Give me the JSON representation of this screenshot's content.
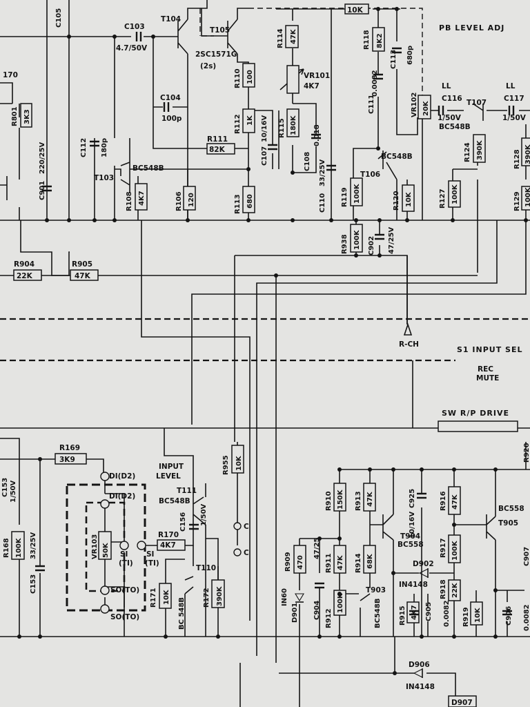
{
  "texts": {
    "c105": "C105",
    "t104": "T104",
    "c103": "C103",
    "c103_val": "4.7/50V",
    "t105": "T105",
    "t105_part": "2SC1571G",
    "t105_qty": "(2s)",
    "r114": "R114",
    "r114_val": "47K",
    "r118": "R118",
    "r118_val": "8K2",
    "c113": "C113",
    "c113_val": "680p",
    "r111_top_val": "10K",
    "pb_level": "PB LEVEL ADJ",
    "r170_top": "170",
    "r801": "R801",
    "r801_val": "3K3",
    "c104": "C104",
    "c104_val": "100p",
    "r110": "R110",
    "r110_val": "100",
    "vr101": "VR101",
    "vr101_val": "4K7",
    "c111": "C111",
    "c111_val": "0.0082",
    "vr102": "VR102",
    "vr102_val": "20K",
    "ll1": "LL",
    "ll2": "LL",
    "c116": "C116",
    "c116_val": "1/50V",
    "t107": "T107",
    "t107_part": "BC548B",
    "c117": "C117",
    "c117_val": "1/50V",
    "c901": "C901",
    "c901_val": "220/25V",
    "c112": "C112",
    "c112_val": "180p",
    "r111": "R111",
    "r111_val": "82K",
    "r112": "R112",
    "r112_val": "1K",
    "c107": "C107",
    "c107_val": "10/16V",
    "r115": "R115",
    "r115_val": "180K",
    "c108": "C108",
    "c108_val": "0.018",
    "c110": "C110",
    "c110_val": "33/25V",
    "t106_part": "BC548B",
    "t106": "T106",
    "r119": "R119",
    "r119_val": "100K",
    "r120": "R120",
    "r120_val": "10K",
    "r124": "R124",
    "r124_val": "390K",
    "r128": "R128",
    "r128_val": "390K",
    "t103": "T103",
    "t103_part": "BC548B",
    "r108": "R108",
    "r108_val": "4K7",
    "r106": "R106",
    "r106_val": "120",
    "r113": "R113",
    "r113_val": "680",
    "r127": "R127",
    "r127_val": "100K",
    "r129": "R129",
    "r129_val": "100K",
    "r938": "R938",
    "r938_val": "100K",
    "c902": "C902",
    "c902_val": "47/25V",
    "r904": "R904",
    "r904_val": "22K",
    "r905": "R905",
    "r905_val": "47K",
    "rch": "R-CH",
    "s1_input": "S1  INPUT SEL",
    "rec_mute": "REC",
    "rec_mute2": "MUTE",
    "sw_rp": "SW R/P DRIVE",
    "r920": "R920",
    "r169": "R169",
    "r169_val": "3K9",
    "r955": "R955",
    "r955_val": "10K",
    "input_level": "INPUT",
    "input_level2": "LEVEL",
    "c153": "C153",
    "c153_val": "1/50V",
    "c153b": "C153",
    "c153b_val": "33/25V",
    "d1d2": "DI(D2)",
    "d1d2b": "DI(D2)",
    "vr103": "VR103",
    "vr103_val": "50K",
    "s1a": "SI",
    "s1a_t": "(TI)",
    "s1b": "SI",
    "s1b_t": "(TI)",
    "sot0": "SO(TO)",
    "sot0b": "SO(TO)",
    "t111": "T111",
    "t111_part": "BC548B",
    "c156": "C156",
    "c156_val": "1/50V",
    "r170": "R170",
    "r170_val": "4K7",
    "t110": "T110",
    "t110_part": "BC 548B",
    "r171": "R171",
    "r171_val": "10K",
    "r172": "R172",
    "r172_val": "390K",
    "r168": "R168",
    "r168_val": "100K",
    "c_label1": "C",
    "c_label2": "C",
    "r910": "R910",
    "r910_val": "150K",
    "r913": "R913",
    "r913_val": "47K",
    "c925": "C925",
    "c925_val": "10/16V",
    "r916": "R916",
    "r916_val": "47K",
    "t905_part": "BC558",
    "t905": "T905",
    "r909": "R909",
    "r909_val": "470",
    "c904": "C904",
    "c904_val": "47/25",
    "r911": "R911",
    "r911_val": "47K",
    "t904": "T904",
    "t904_part": "BC558",
    "d902": "D902",
    "d902_part": "IN4148",
    "r914": "R914",
    "r914_val": "68K",
    "r917": "R917",
    "r917_val": "100K",
    "r918": "R918",
    "r918_val": "22K",
    "t903": "T903",
    "t903_part": "BC548B",
    "in60": "IN60",
    "d901": "D901",
    "r912": "R912",
    "r912_val": "100K",
    "r915": "R915",
    "r915_val": "4K7",
    "c905": "C905",
    "c905_val": "0.0082",
    "r919": "R919",
    "r919_val": "10K",
    "c906": "C906",
    "c906_val": "0.0082",
    "c907": "C907",
    "d906": "D906",
    "d906_part": "IN4148",
    "d907": "D907"
  }
}
